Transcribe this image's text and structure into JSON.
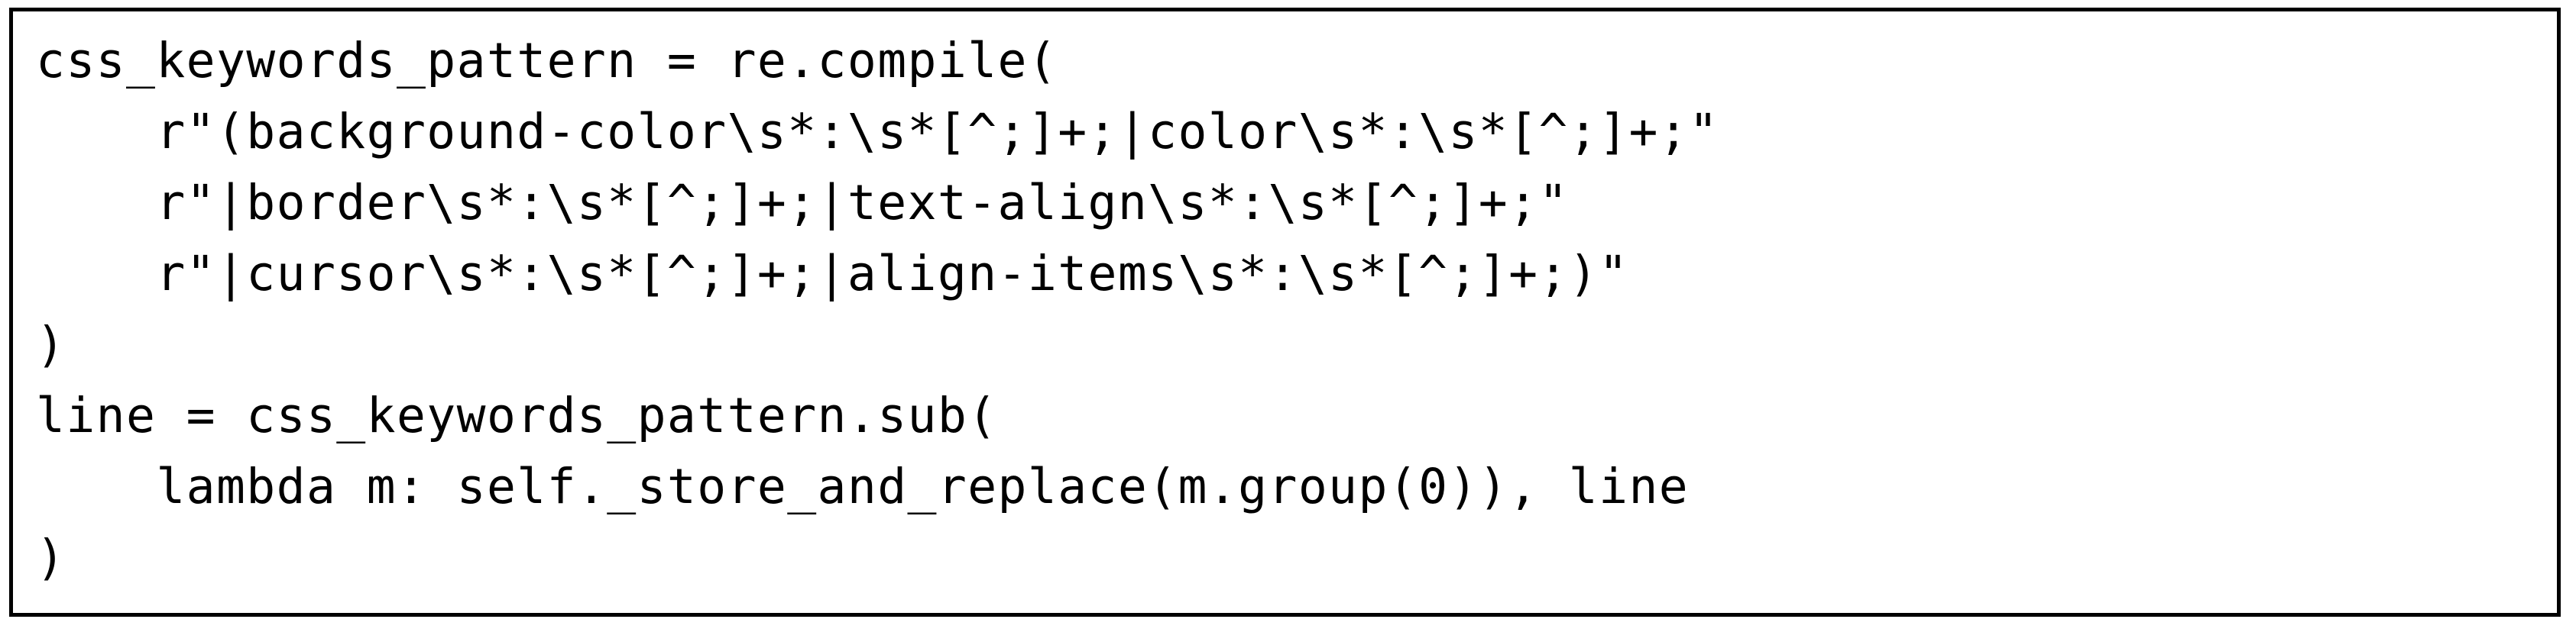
{
  "figure": {
    "type": "code-block",
    "language": "python",
    "border_color": "#000000",
    "background_color": "#ffffff",
    "text_color": "#000000",
    "lines": [
      "css_keywords_pattern = re.compile(",
      "    r\"(background-color\\s*:\\s*[^;]+;|color\\s*:\\s*[^;]+;\"",
      "    r\"|border\\s*:\\s*[^;]+;|text-align\\s*:\\s*[^;]+;\"",
      "    r\"|cursor\\s*:\\s*[^;]+;|align-items\\s*:\\s*[^;]+;)\"",
      ")",
      "line = css_keywords_pattern.sub(",
      "    lambda m: self._store_and_replace(m.group(0)), line",
      ")"
    ]
  }
}
